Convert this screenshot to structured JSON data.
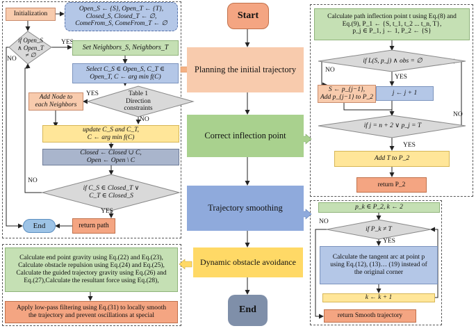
{
  "center": {
    "start": "Start",
    "planning": "Planning the initial trajectory",
    "correct": "Correct inflection point",
    "smoothing": "Trajectory smoothing",
    "dynamic": "Dynamic obstacle avoidance",
    "end": "End"
  },
  "left": {
    "init": "Initialization",
    "init_vars_1": "Open_S ← {S}, Open_T ← {T},",
    "init_vars_2": "Closed_S, Closed_T ← ∅,",
    "init_vars_3": "ComeFrom_S, ComeFrom_T ← ∅",
    "cond_open_1": "if Open_S",
    "cond_open_2": "∧ Open_T",
    "cond_open_3": "≠ ∅",
    "yes1": "YES",
    "no1": "NO",
    "set_neighbors": "Set Neighbors_S, Neighbors_T",
    "select_1": "Select C_S ∈ Open_S, C_T ∈",
    "select_2": "Open_T, C ← arg min f(C)",
    "add_node_1": "Add Node to",
    "add_node_2": "each Neighbors",
    "yes2": "YES",
    "table_1": "Table 1",
    "table_2": "Direction",
    "table_3": "constraints",
    "no2": "NO",
    "update_1": "update C_S and C_T,",
    "update_2": "C ← arg min f(C)",
    "closed_1": "Closed ← Closed ∪ C,",
    "closed_2": "Open ← Open \\ C",
    "no3": "NO",
    "cond_closed_1": "if C_S ∈ Closed_T ∨",
    "cond_closed_2": "C_T ∈ Closed_S",
    "yes3": "YES",
    "end": "End",
    "return_path": "return path"
  },
  "right_top": {
    "calc_1": "Calculate path inflection point t using Eq.(8) and",
    "calc_2": "Eq.(9), P_1 ← {S, t_1, t_2 ... t_n, T},",
    "calc_3": "p_j ∈ P_1, j ← 1, P_2 ← {S}",
    "cond_1": "if L(S, p_j) ∧ obs = ∅",
    "no1": "NO",
    "yes1": "YES",
    "s_assign_1": "S ← p_{j−1},",
    "s_assign_2": "Add p_{j−1} to P_2",
    "j_inc": "j ← j + 1",
    "no2": "NO",
    "cond_2": "if j = n + 2 ∨ p_j = T",
    "yes2": "YES",
    "add_t": "Add T to P_2",
    "return_p2": "return P_2"
  },
  "right_bottom": {
    "init": "p_k ∈ P_2, k ← 2",
    "no": "NO",
    "cond": "if P_k ≠ T",
    "yes": "YES",
    "tangent_1": "Calculate the tangent arc at point p",
    "tangent_2": "using Eq.(12), (13)… (19) instead of",
    "tangent_3": "the original corner",
    "k_inc": "k ← k + 1",
    "return_smooth": "return Smooth trajectory"
  },
  "bottom_left": {
    "forces_1": "Calculate end point gravity using Eq.(22) and Eq.(23),",
    "forces_2": "Calculate obstacle repulsion using Eq.(24) and Eq.(25),",
    "forces_3": "Calculate the guided trajectory gravity using Eq.(26) and",
    "forces_4": "Eq.(27),Calculate the resultant force using Eq.(28),",
    "filter_1": "Apply low-pass filtering using Eq.(31) to locally smooth",
    "filter_2": "the trajectory and prevent oscillations at special"
  },
  "colors": {
    "orange": "#f4a582",
    "salmon": "#f8cbad",
    "green": "#c5e0b4",
    "blue": "#8faadc",
    "yellow": "#ffd966",
    "slate": "#7f8fa9"
  }
}
